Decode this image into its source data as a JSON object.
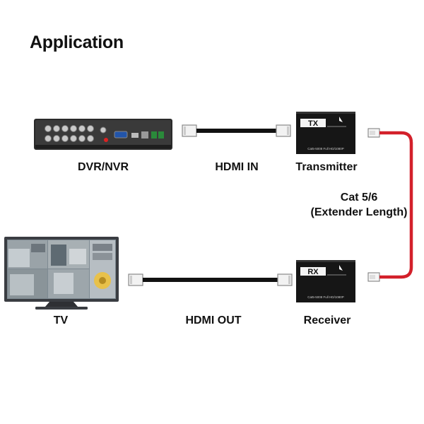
{
  "title": "Application",
  "devices": {
    "dvr": "DVR/NVR",
    "tv": "TV",
    "transmitter": "Transmitter",
    "receiver": "Receiver"
  },
  "cables": {
    "hdmi_in": "HDMI IN",
    "hdmi_out": "HDMI OUT",
    "cat_line1": "Cat 5/6",
    "cat_line2": "(Extender Length)"
  },
  "box_text": {
    "tx_badge": "TX",
    "rx_badge": "RX",
    "tx_spec": "Cat5-5008   Full HD/1080P",
    "rx_spec": "Cat5-5008   Full HD/1080P"
  },
  "colors": {
    "cat_cable": "#d3202a",
    "hdmi_cable": "#111111",
    "device_body": "#1a1a1a"
  }
}
